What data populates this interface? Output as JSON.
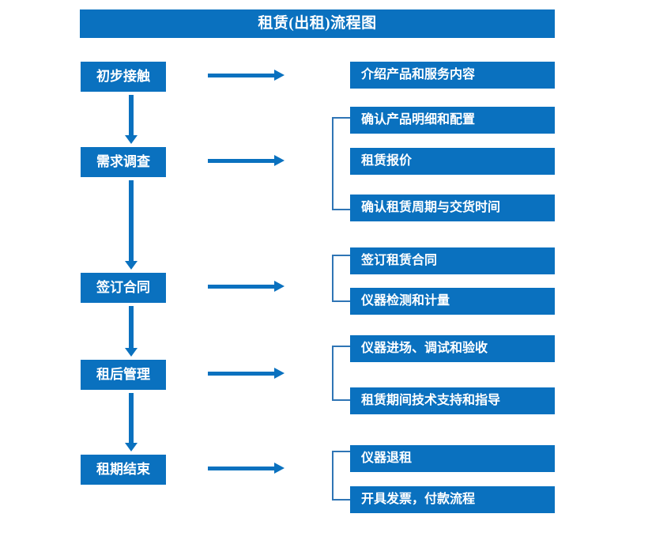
{
  "chart_data": {
    "type": "diagram",
    "title": "租赁(出租)流程图",
    "diagram_kind": "flowchart",
    "orientation": "vertical-with-branches",
    "accent_color": "#0A71BF",
    "bracket_color": "#2F75B5",
    "text_color": "#FFFFFF",
    "background": "#FFFFFF",
    "stages": [
      {
        "id": "stage-1",
        "label": "初步接触",
        "details": [
          "介绍产品和服务内容"
        ]
      },
      {
        "id": "stage-2",
        "label": "需求调查",
        "details": [
          "确认产品明细和配置",
          "租赁报价",
          "确认租赁周期与交货时间"
        ]
      },
      {
        "id": "stage-3",
        "label": "签订合同",
        "details": [
          "签订租赁合同",
          "仪器检测和计量"
        ]
      },
      {
        "id": "stage-4",
        "label": "租后管理",
        "details": [
          "仪器进场、调试和验收",
          "租赁期间技术支持和指导"
        ]
      },
      {
        "id": "stage-5",
        "label": "租期结束",
        "details": [
          "仪器退租",
          "开具发票，付款流程"
        ]
      }
    ]
  },
  "header": {
    "title": "租赁(出租)流程图"
  },
  "stages": [
    {
      "label": "初步接触"
    },
    {
      "label": "需求调查"
    },
    {
      "label": "签订合同"
    },
    {
      "label": "租后管理"
    },
    {
      "label": "租期结束"
    }
  ],
  "details": [
    {
      "label": "介绍产品和服务内容"
    },
    {
      "label": "确认产品明细和配置"
    },
    {
      "label": "租赁报价"
    },
    {
      "label": "确认租赁周期与交货时间"
    },
    {
      "label": "签订租赁合同"
    },
    {
      "label": "仪器检测和计量"
    },
    {
      "label": "仪器进场、调试和验收"
    },
    {
      "label": "租赁期间技术支持和指导"
    },
    {
      "label": "仪器退租"
    },
    {
      "label": "开具发票，付款流程"
    }
  ]
}
